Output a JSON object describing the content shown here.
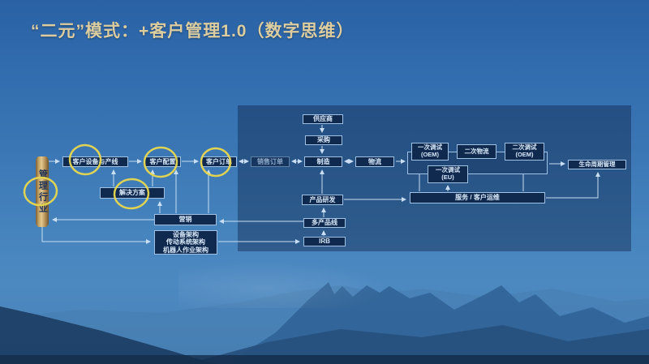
{
  "slide": {
    "title": "“二元”模式：+客户管理1.0（数字思维）"
  },
  "colors": {
    "title_text": "#dccda1",
    "highlight_circle": "#e9d84e",
    "box_fill": "#10294e",
    "box_border": "#9fc1e4",
    "box_text": "#d6e7f8",
    "gold_bar": "#c9a868",
    "panel_overlay": "rgba(10,31,64,0.40)",
    "arrow": "#c9def2",
    "sky": "#3a76b4"
  },
  "diagram": {
    "bar": {
      "label": "管理行业"
    },
    "boxes": {
      "equip": {
        "label": "客户设备与产线"
      },
      "config": {
        "label": "客户配置"
      },
      "order": {
        "label": "客户订单"
      },
      "sales": {
        "label": "销售订单"
      },
      "solution": {
        "label": "解决方案"
      },
      "marketing": {
        "label": "营销"
      },
      "arch": {
        "lines": [
          "设备架构",
          "传动系统架构",
          "机器人作业架构"
        ]
      },
      "supplier": {
        "label": "供应商"
      },
      "procurement": {
        "label": "采购"
      },
      "manufacturing": {
        "label": "制造"
      },
      "logistics": {
        "label": "物流"
      },
      "debug1_oem": {
        "lines": [
          "一次调试",
          "(OEM)"
        ]
      },
      "logistics2": {
        "label": "二次物流"
      },
      "debug2_oem": {
        "lines": [
          "二次调试",
          "(OEM)"
        ]
      },
      "debug1_eu": {
        "lines": [
          "一次调试",
          "(EU)"
        ]
      },
      "service": {
        "label": "服务 / 客户运维"
      },
      "lifecycle": {
        "label": "生命周期管理"
      },
      "rd": {
        "label": "产品研发"
      },
      "multi_product": {
        "label": "多产品线"
      },
      "irb": {
        "label": "IRB"
      }
    }
  }
}
